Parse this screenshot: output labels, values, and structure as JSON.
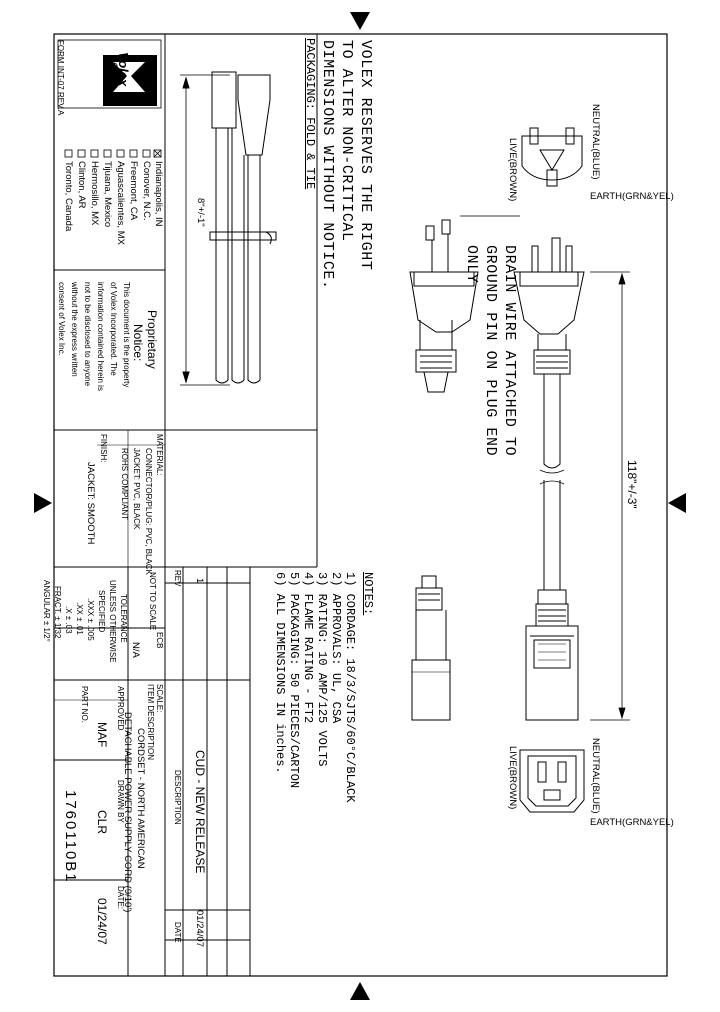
{
  "title_block": {
    "company": "Volex",
    "division": "CUD",
    "form": "FORM INT-07 REV.A",
    "locations": [
      {
        "checked": true,
        "name": "Indianapolis, IN"
      },
      {
        "checked": false,
        "name": "Conover, N.C."
      },
      {
        "checked": false,
        "name": "Freemont, CA"
      },
      {
        "checked": false,
        "name": "Aguascalientes, MX"
      },
      {
        "checked": false,
        "name": "Tijuana, Mexico"
      },
      {
        "checked": false,
        "name": "Hermosillo, MX"
      },
      {
        "checked": false,
        "name": "Clinton, AR"
      },
      {
        "checked": false,
        "name": "Toronto, Canada"
      }
    ],
    "proprietary_title": [
      "Proprietary",
      "Notice:"
    ],
    "proprietary_text": [
      "This document is the property",
      "of Volex Incorporated. The",
      "information contained herein is",
      "not to be disclosed to anyone",
      "without the express written",
      "consent of Volex Inc."
    ],
    "material": {
      "label": "MATERIAL:",
      "lines": [
        "CONNECTOR/PLUG: PVC, BLACK",
        "JACKET: PVC, BLACK",
        "ROHS COMPLIANT"
      ]
    },
    "finish": {
      "label": "FINISH:",
      "value": "JACKET: SMOOTH"
    },
    "rev_header": "REV",
    "ecb_header": "ECB",
    "description_header": "DESCRIPTION",
    "date_header": "DATE",
    "revision": {
      "rev": "1",
      "description": "CUD - NEW RELEASE",
      "date": "01/24/07"
    },
    "scale_label": "NOT TO SCALE",
    "scale_field_label": "SCALE:",
    "ecb_value": "N/A",
    "tolerance": [
      "TOLERANCE",
      "UNLESS OTHERWISE",
      "SPECIFIED",
      ".XXX ± .005",
      ".XX ± .01",
      ".X ± .03",
      "FRACT. ± 1/32",
      "ANGULAR ± 1/2°"
    ],
    "item_description_label": "ITEM DESCRIPTION",
    "item_description": [
      "CORDSET - NORTH AMERICAN",
      "DETACHABLE POWER SUPPLY CORD (9/10')"
    ],
    "approved_label": "APPROVED",
    "approved_value": "MAF",
    "drawn_by_label": "DRAWN BY",
    "drawn_by_value": "CLR",
    "date_label": "DATE:",
    "date_value": "01/24/07",
    "part_no_label": "PART NO.",
    "part_no_value": "1760110B1"
  },
  "reserve_notice": [
    "VOLEX RESERVES THE RIGHT",
    "TO ALTER NON-CRITICAL",
    "DIMENSIONS WITHOUT NOTICE."
  ],
  "packaging_heading": "PACKAGING: FOLD & TIE",
  "packaging_dim": "8\"+/-1\"",
  "cord_length": "118\"+/-3\"",
  "drain_note": [
    "DRAIN WIRE ATTACHED TO",
    "GROUND PIN ON PLUG END",
    "ONLY"
  ],
  "plug_labels": {
    "neutral": "NEUTRAL(BLUE)",
    "live": "LIVE(BROWN)",
    "earth": "EARTH(GRN&YEL)"
  },
  "connector_labels": {
    "neutral": "NEUTRAL(BLUE)",
    "live": "LIVE(BROWN)",
    "earth": "EARTH(GRN&YEL)"
  },
  "notes": {
    "title": "NOTES:",
    "items": [
      "1) CORDAGE: 18/3/SJTS/60°C/BLACK",
      "2) APPROVALS: UL, CSA",
      "3) RATING: 10 AMP/125 VOLTS",
      "4) FLAME RATING - FT2",
      "5) PACKAGING: 50 PIECES/CARTON",
      "6) ALL DIMENSIONS IN inches."
    ]
  }
}
